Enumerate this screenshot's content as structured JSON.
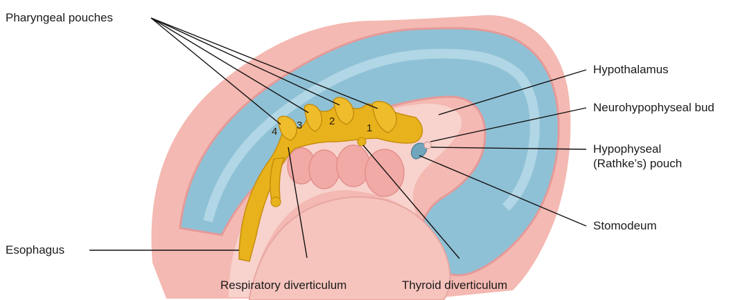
{
  "labels": {
    "pharyngeal_pouches": "Pharyngeal pouches",
    "hypothalamus": "Hypothalamus",
    "neurohypophyseal_bud": "Neurohypophyseal bud",
    "hypophyseal_line1": "Hypophyseal",
    "hypophyseal_line2": "(Rathke’s) pouch",
    "stomodeum": "Stomodeum",
    "esophagus": "Esophagus",
    "respiratory_diverticulum": "Respiratory diverticulum",
    "thyroid_diverticulum": "Thyroid diverticulum"
  },
  "pouch_numbers": [
    "1",
    "2",
    "3",
    "4"
  ],
  "colors": {
    "outer_tissue": "#f3b7b0",
    "inner_tissue": "#f8d2cc",
    "neural_tube": "#8fc1d6",
    "neural_tube_light": "#b9dbe8",
    "endoderm": "#e8b21c",
    "endoderm_dark": "#c58d0c",
    "lines": "#111111"
  }
}
